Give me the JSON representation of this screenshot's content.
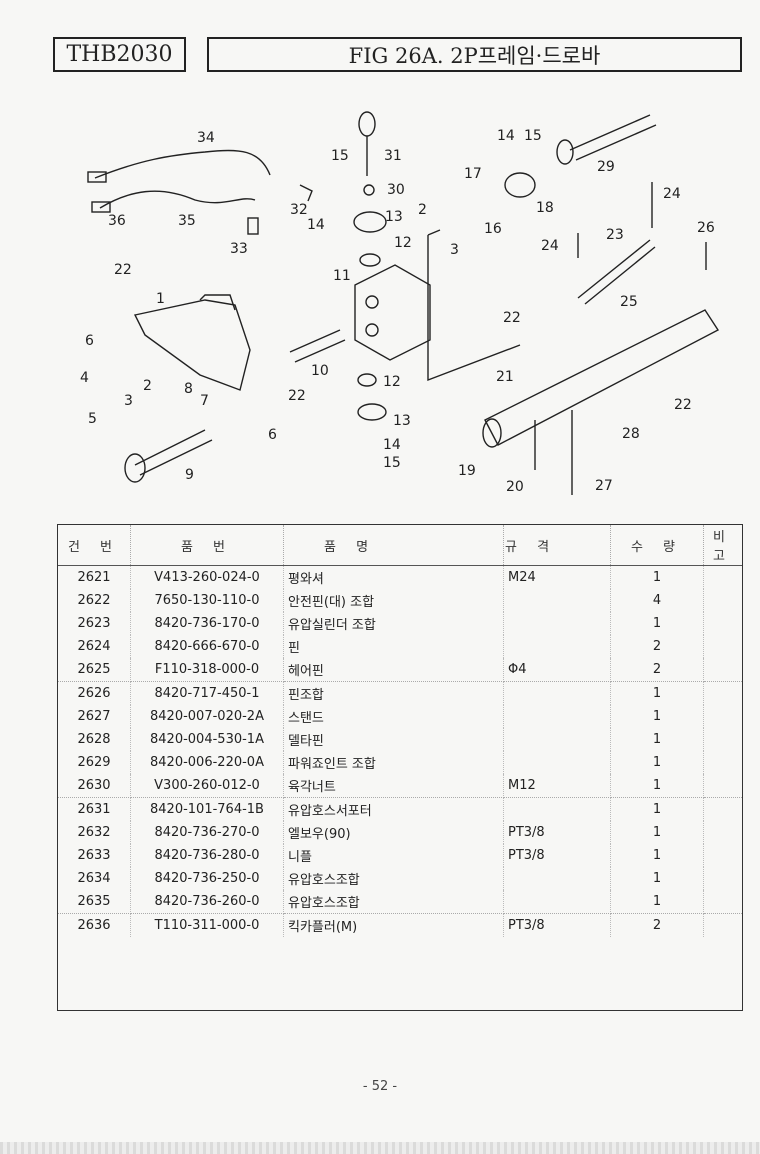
{
  "header": {
    "model": "THB2030",
    "figure_title": "FIG 26A. 2P프레임·드로바"
  },
  "callouts": [
    "34",
    "36",
    "35",
    "33",
    "32",
    "14",
    "15",
    "31",
    "30",
    "13",
    "12",
    "11",
    "2",
    "3",
    "16",
    "17",
    "14",
    "15",
    "18",
    "29",
    "24",
    "24",
    "23",
    "26",
    "25",
    "22",
    "1",
    "6",
    "4",
    "3",
    "2",
    "5",
    "8",
    "7",
    "10",
    "22",
    "6",
    "9",
    "12",
    "13",
    "14",
    "15",
    "22",
    "21",
    "22",
    "19",
    "20",
    "27",
    "28"
  ],
  "table": {
    "headers": [
      "건 번",
      "품 번",
      "품 명",
      "규 격",
      "수 량",
      "비 고"
    ],
    "rows": [
      {
        "no": "2621",
        "part": "V413-260-024-0",
        "name": "평와셔",
        "spec": "M24",
        "qty": "1"
      },
      {
        "no": "2622",
        "part": "7650-130-110-0",
        "name": "안전핀(대) 조합",
        "spec": "",
        "qty": "4"
      },
      {
        "no": "2623",
        "part": "8420-736-170-0",
        "name": "유압실린더 조합",
        "spec": "",
        "qty": "1"
      },
      {
        "no": "2624",
        "part": "8420-666-670-0",
        "name": "핀",
        "spec": "",
        "qty": "2"
      },
      {
        "no": "2625",
        "part": "F110-318-000-0",
        "name": "헤어핀",
        "spec": "Φ4",
        "qty": "2"
      },
      {
        "no": "2626",
        "part": "8420-717-450-1",
        "name": "핀조합",
        "spec": "",
        "qty": "1"
      },
      {
        "no": "2627",
        "part": "8420-007-020-2A",
        "name": "스탠드",
        "spec": "",
        "qty": "1"
      },
      {
        "no": "2628",
        "part": "8420-004-530-1A",
        "name": "델타핀",
        "spec": "",
        "qty": "1"
      },
      {
        "no": "2629",
        "part": "8420-006-220-0A",
        "name": "파워죠인트 조합",
        "spec": "",
        "qty": "1"
      },
      {
        "no": "2630",
        "part": "V300-260-012-0",
        "name": "육각너트",
        "spec": "M12",
        "qty": "1"
      },
      {
        "no": "2631",
        "part": "8420-101-764-1B",
        "name": "유압호스서포터",
        "spec": "",
        "qty": "1"
      },
      {
        "no": "2632",
        "part": "8420-736-270-0",
        "name": "엘보우(90)",
        "spec": "PT3/8",
        "qty": "1"
      },
      {
        "no": "2633",
        "part": "8420-736-280-0",
        "name": "니플",
        "spec": "PT3/8",
        "qty": "1"
      },
      {
        "no": "2634",
        "part": "8420-736-250-0",
        "name": "유압호스조합",
        "spec": "",
        "qty": "1"
      },
      {
        "no": "2635",
        "part": "8420-736-260-0",
        "name": "유압호스조합",
        "spec": "",
        "qty": "1"
      },
      {
        "no": "2636",
        "part": "T110-311-000-0",
        "name": "킥카플러(M)",
        "spec": "PT3/8",
        "qty": "2"
      }
    ]
  },
  "footer": {
    "page": "- 52 -"
  }
}
